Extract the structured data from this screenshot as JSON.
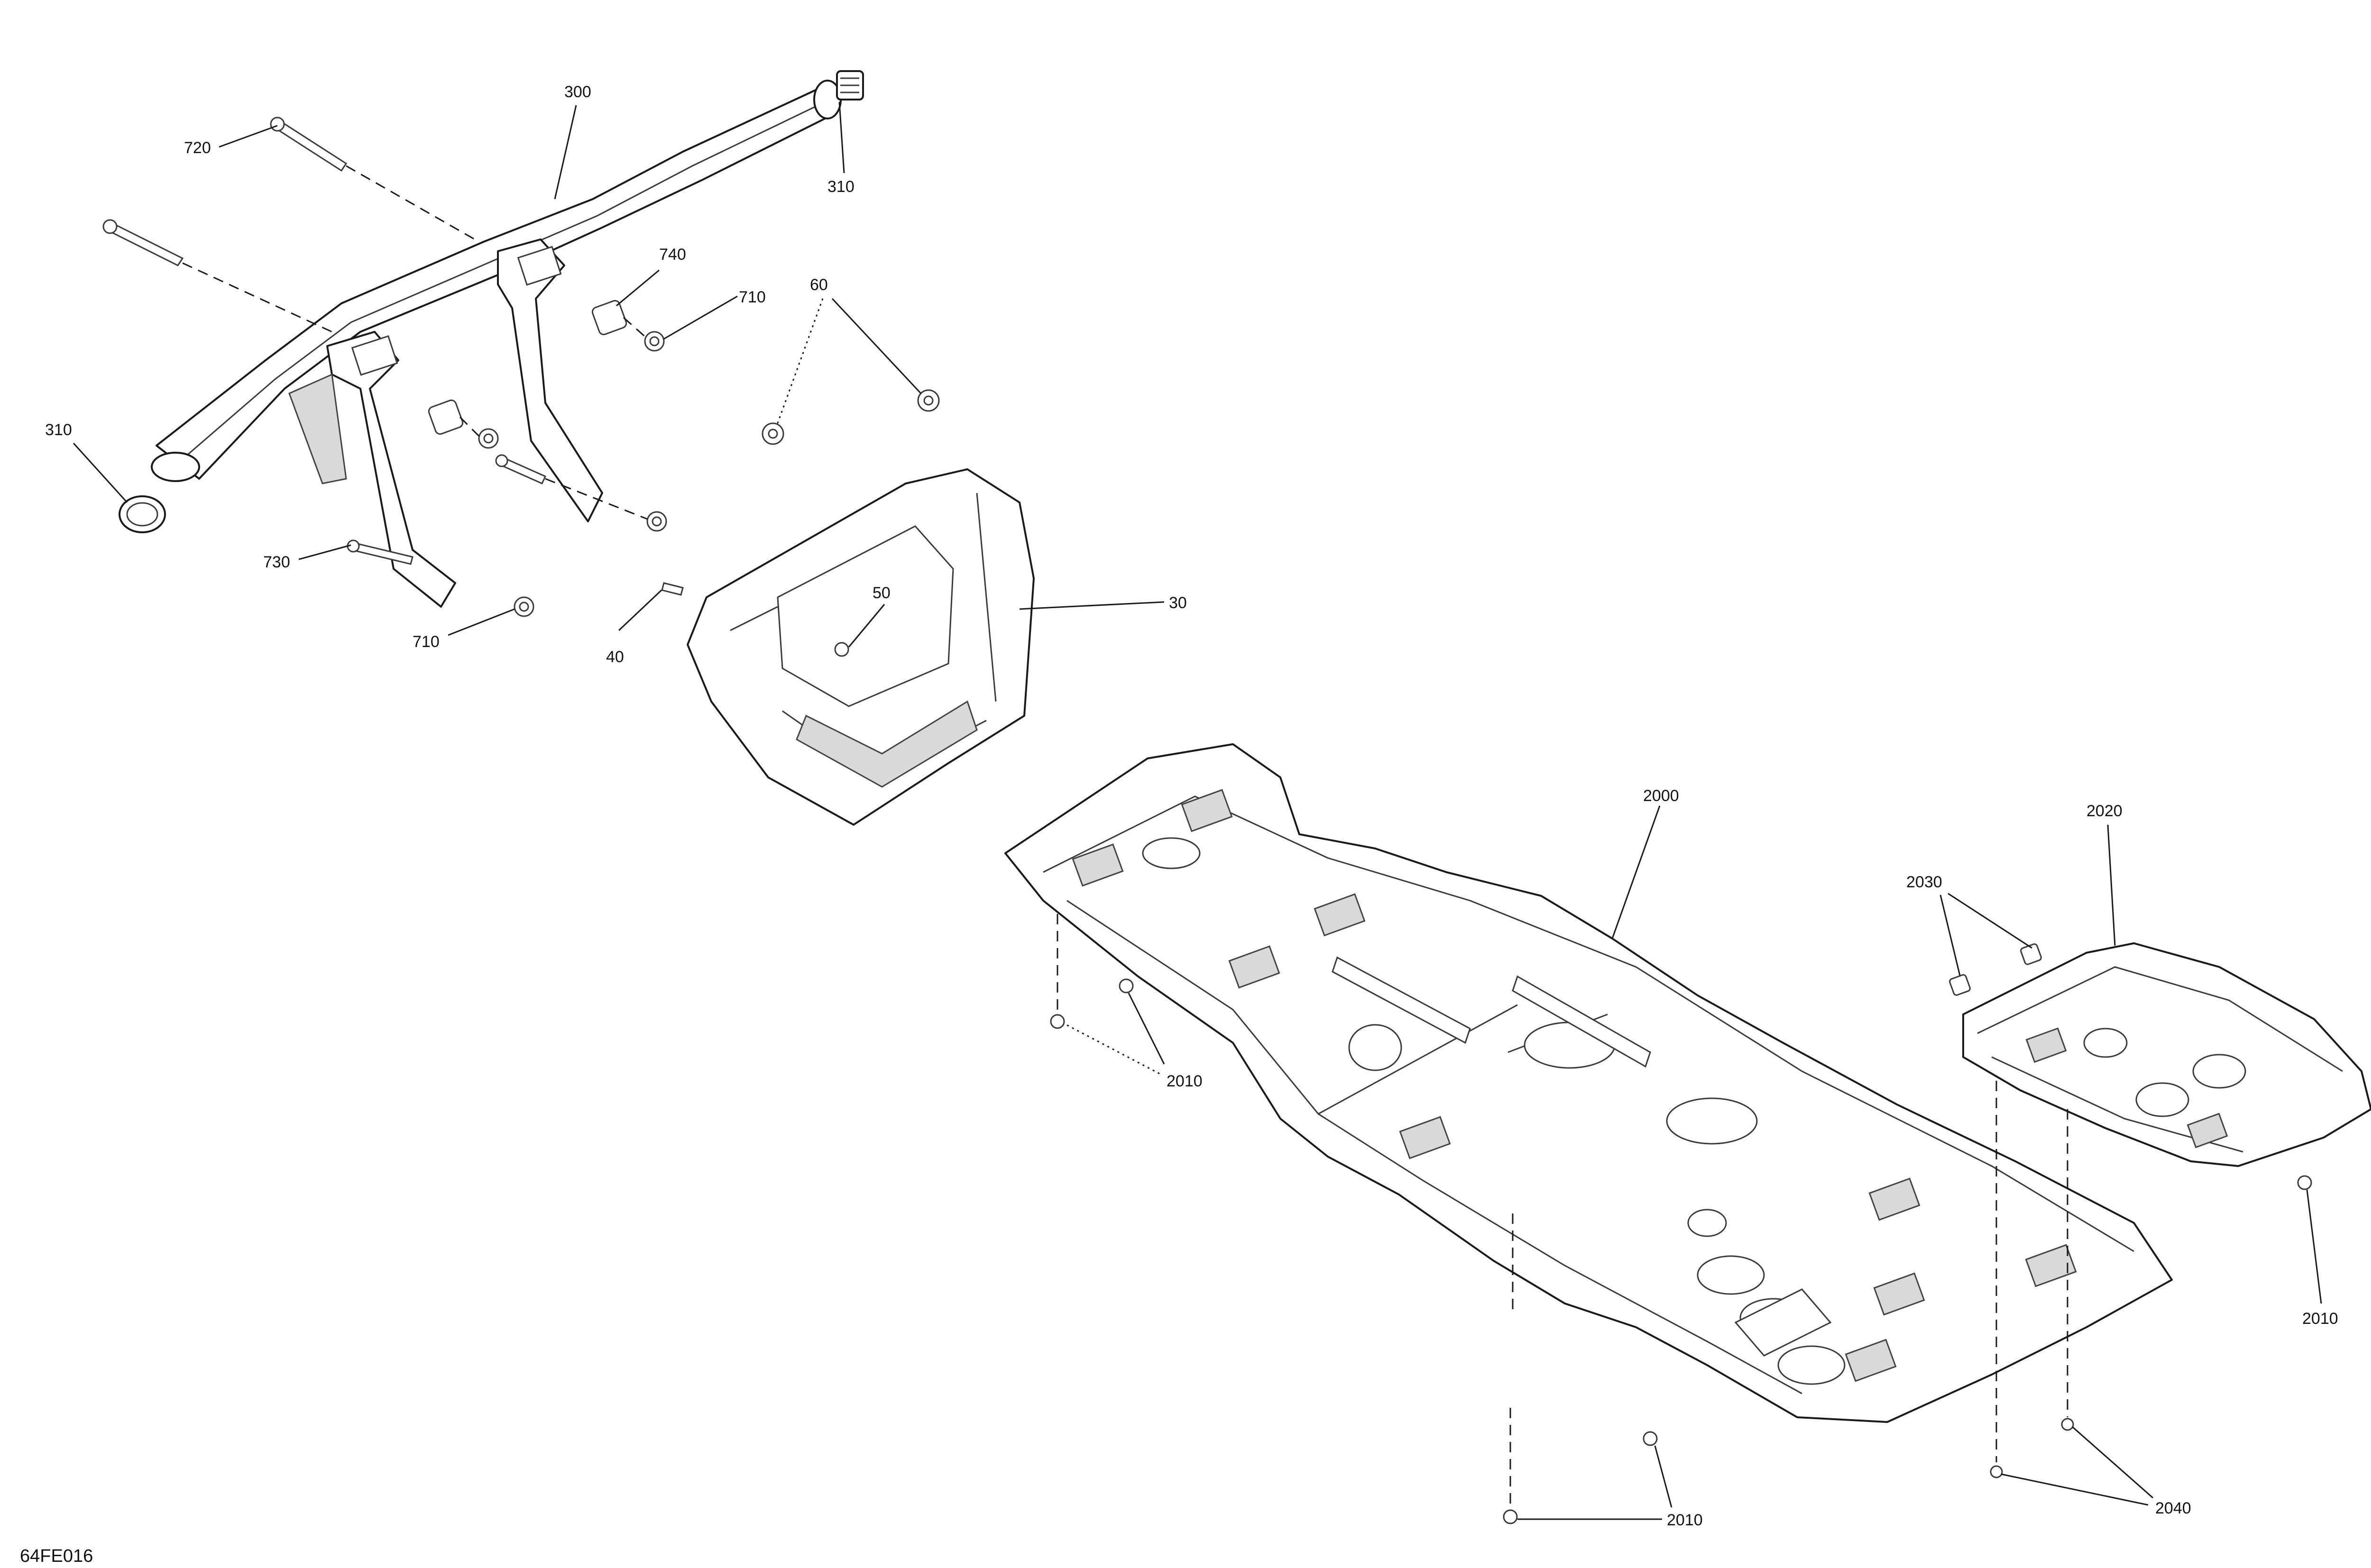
{
  "drawing_code": "64FE016",
  "callouts": {
    "c300": "300",
    "c310a": "310",
    "c310b": "310",
    "c720": "720",
    "c740": "740",
    "c710a": "710",
    "c710b": "710",
    "c730": "730",
    "c60": "60",
    "c50": "50",
    "c40": "40",
    "c30": "30",
    "c2000": "2000",
    "c2020": "2020",
    "c2030": "2030",
    "c2010a": "2010",
    "c2010b": "2010",
    "c2010c": "2010",
    "c2040": "2040"
  }
}
